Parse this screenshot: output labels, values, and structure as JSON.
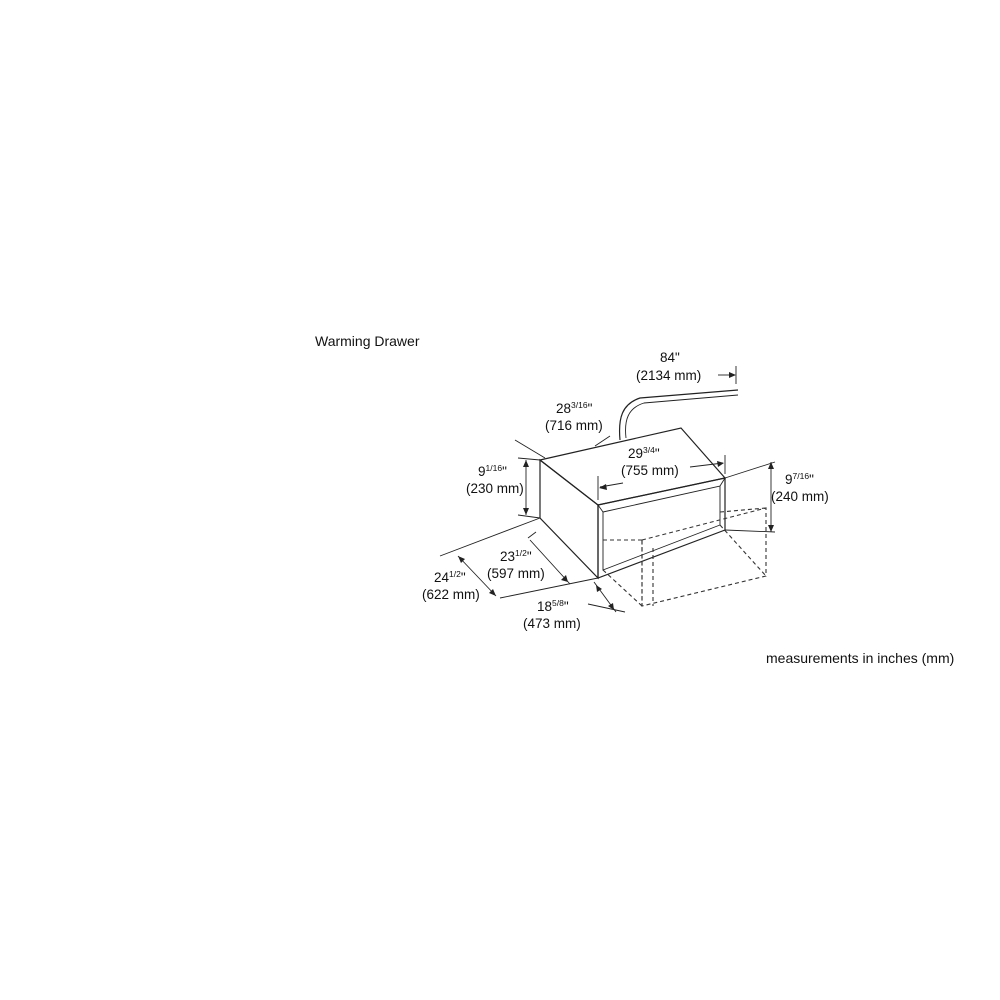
{
  "title": "Warming Drawer",
  "note": "measurements in inches (mm)",
  "dimensions": {
    "cord": {
      "whole": "84\"",
      "metric": "(2134 mm)"
    },
    "depth_top": {
      "whole": "28",
      "frac": "3/16",
      "quote": "\"",
      "metric": "(716 mm)"
    },
    "width_front": {
      "whole": "29",
      "frac": "3/4",
      "quote": "\"",
      "metric": "(755 mm)"
    },
    "height_left": {
      "whole": "9",
      "frac": "1/16",
      "quote": "\"",
      "metric": "(230 mm)"
    },
    "height_right": {
      "whole": "9",
      "frac": "7/16",
      "quote": "\"",
      "metric": "(240 mm)"
    },
    "depth_inner": {
      "whole": "23",
      "frac": "1/2",
      "quote": "\"",
      "metric": "(597 mm)"
    },
    "depth_outer": {
      "whole": "24",
      "frac": "1/2",
      "quote": "\"",
      "metric": "(622 mm)"
    },
    "drawer_ext": {
      "whole": "18",
      "frac": "5/8",
      "quote": "\"",
      "metric": "(473 mm)"
    }
  }
}
